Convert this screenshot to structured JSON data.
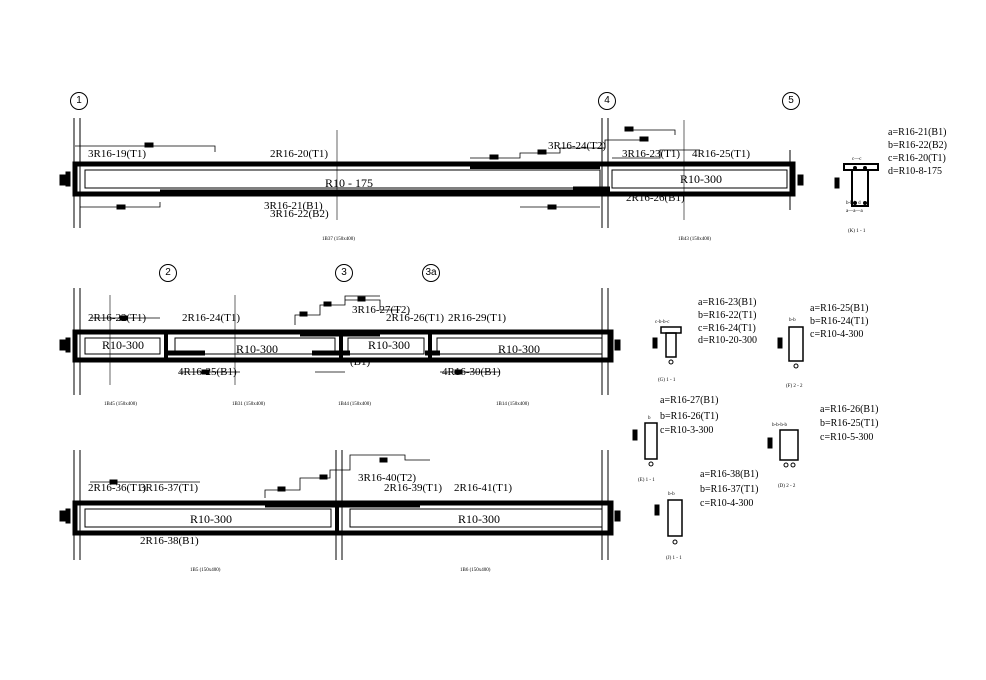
{
  "grid_labels": {
    "g1": "1",
    "g2": "2",
    "g3": "3",
    "g3a": "3a",
    "g4": "4",
    "g5": "5"
  },
  "beam1": {
    "top_left": "3R16-19(T1)",
    "top_mid": "2R16-20(T1)",
    "top_right1": "3R16-24(T2)",
    "top_right2": "3R16-23(T1)",
    "top_right3": "4R16-25(T1)",
    "center_left": "R10 - 175",
    "center_right": "R10-300",
    "bot1": "3R16-21(B1)",
    "bot2": "3R16-22(B2)",
    "bot_right": "2R16-26(B1)",
    "caption_left": "1B37 (150x400)",
    "caption_right": "1B43 (150x400)"
  },
  "legend1": {
    "a": "a=R16-21(B1)",
    "b": "b=R16-22(B2)",
    "c": "c=R16-20(T1)",
    "d": "d=R10-8-175"
  },
  "legend2": {
    "a": "a=R16-23(B1)",
    "b": "b=R16-22(T1)",
    "c": "c=R16-24(T1)",
    "d": "d=R10-20-300"
  },
  "legend3": {
    "a": "a=R16-25(B1)",
    "b": "b=R16-24(T1)",
    "c": "c=R10-4-300"
  },
  "legend4": {
    "a": "a=R16-27(B1)",
    "b": "b=R16-26(T1)",
    "c": "c=R10-3-300"
  },
  "legend5": {
    "a": "a=R16-26(B1)",
    "b": "b=R16-25(T1)",
    "c": "c=R10-5-300"
  },
  "legend6": {
    "a": "a=R16-38(B1)",
    "b": "b=R16-37(T1)",
    "c": "c=R10-4-300"
  },
  "beam2": {
    "t1": "2R16-22(T1)",
    "t2": "2R16-24(T1)",
    "t3": "3R16-27(T2)",
    "t4": "2R16-26(T1)",
    "t5": "2R16-29(T1)",
    "c1": "R10-300",
    "c2": "R10-300",
    "c3": "R10-300",
    "c4": "R10-300",
    "b1": "4R16-25(B1)",
    "b2": "(B1)",
    "b3": "4R16-30(B1)",
    "cap1": "1B45 (150x400)",
    "cap2": "1B31 (150x400)",
    "cap3": "1B44 (150x400)",
    "cap4": "1B14 (150x400)"
  },
  "beam3": {
    "t1": "2R16-36(T1)",
    "t2": "3R16-37(T1)",
    "t3": "3R16-40(T2)",
    "t4": "2R16-39(T1)",
    "t5": "2R16-41(T1)",
    "c1": "R10-300",
    "c2": "R10-300",
    "b1": "2R16-38(B1)",
    "cap1": "1B5 (150x400)",
    "cap2": "1B6 (150x400)"
  },
  "section_tags": {
    "s1": "(K) 1 - 1",
    "s2": "(G) 1 - 1",
    "s3": "(F) 2 - 2",
    "s4": "(E) 1 - 1",
    "s5": "(D) 2 - 2",
    "s6": "(J) 1 - 1",
    "sec_letters1": "c—c",
    "sec_letters1b": "b-b-b d",
    "sec_letters1c": "a—a—a",
    "sec_letters2": "c-b-b-c",
    "sec_letters3": "b-b",
    "sec_letters4": "b",
    "sec_letters5": "b-b-b-b",
    "sec_letters6": "b-b"
  }
}
